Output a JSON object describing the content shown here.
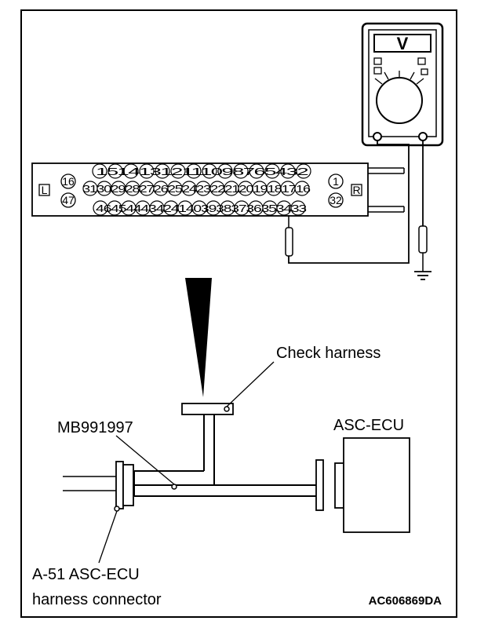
{
  "meter": {
    "unit": "V"
  },
  "connector": {
    "top_row": "15141312111098765432",
    "middle_row": "31302928272625242322212019181716",
    "bottom_row": "4645444342414039383736353433",
    "pin_16": "16",
    "pin_47": "47",
    "pin_1": "1",
    "pin_32": "32",
    "left_tag": "L",
    "right_tag": "R"
  },
  "labels": {
    "check_harness": "Check harness",
    "mb": "MB991997",
    "asc_ecu": "ASC-ECU",
    "harness_line1": "A-51 ASC-ECU",
    "harness_line2": "harness connector",
    "figure_code": "AC606869DA"
  }
}
